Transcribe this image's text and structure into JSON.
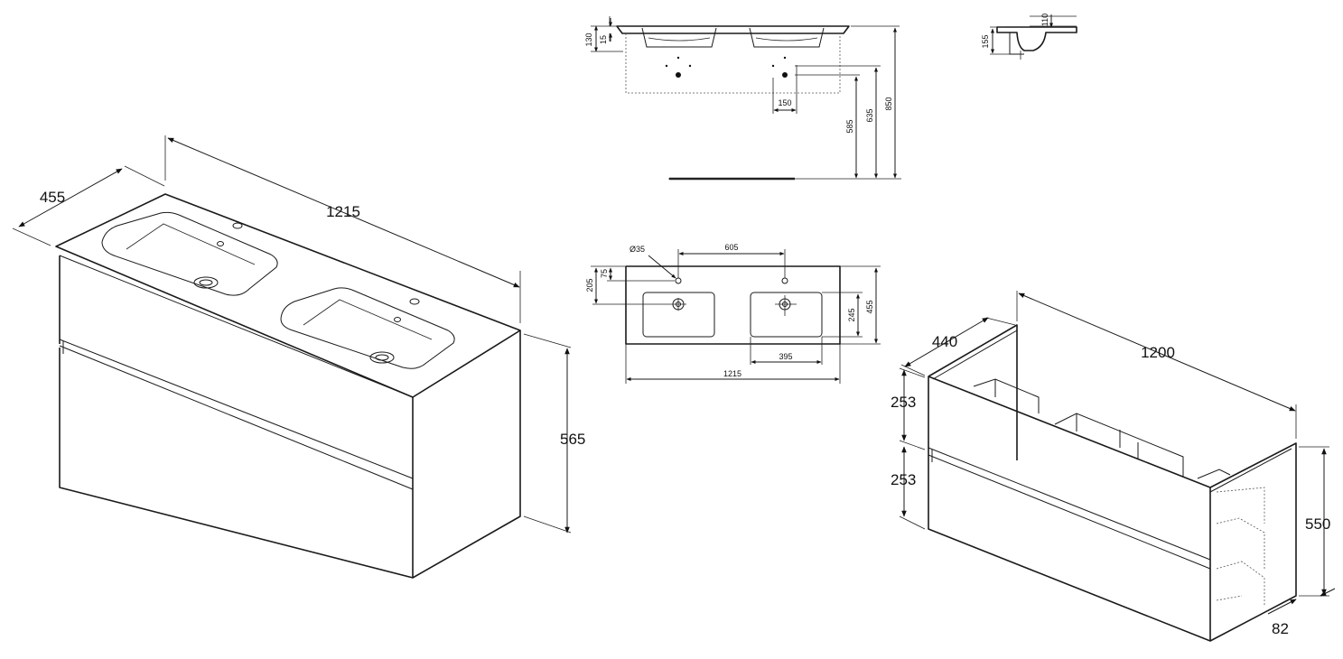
{
  "vanity_dims": {
    "depth": "455",
    "width": "1215",
    "height": "565"
  },
  "side_elevation": {
    "top_130": "130",
    "top_15": "15",
    "waste_offset": "150",
    "h_585": "585",
    "h_635": "635",
    "h_850": "850"
  },
  "section": {
    "h_110": "110",
    "h_155": "155"
  },
  "plan": {
    "hole_dia": "Ø35",
    "centers": "605",
    "d_75": "75",
    "d_205": "205",
    "d_245": "245",
    "d_455": "455",
    "bowl_395": "395",
    "width_1215": "1215"
  },
  "unit_dims": {
    "depth": "440",
    "width": "1200",
    "drawer_top": "253",
    "drawer_bottom": "253",
    "height": "550",
    "plinth": "82"
  }
}
